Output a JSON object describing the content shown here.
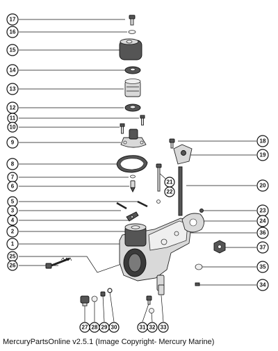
{
  "callouts": [
    "17",
    "16",
    "15",
    "14",
    "13",
    "12",
    "11",
    "10",
    "9",
    "8",
    "7",
    "6",
    "5",
    "3",
    "4",
    "2",
    "1",
    "25",
    "26",
    "18",
    "19",
    "21",
    "22",
    "20",
    "23",
    "24",
    "36",
    "37",
    "35",
    "34",
    "27",
    "28",
    "29",
    "30",
    "31",
    "32",
    "33"
  ],
  "footer": "MercuryPartsOnline v2.5.1 (Image Copyright- Mercury Marine)"
}
